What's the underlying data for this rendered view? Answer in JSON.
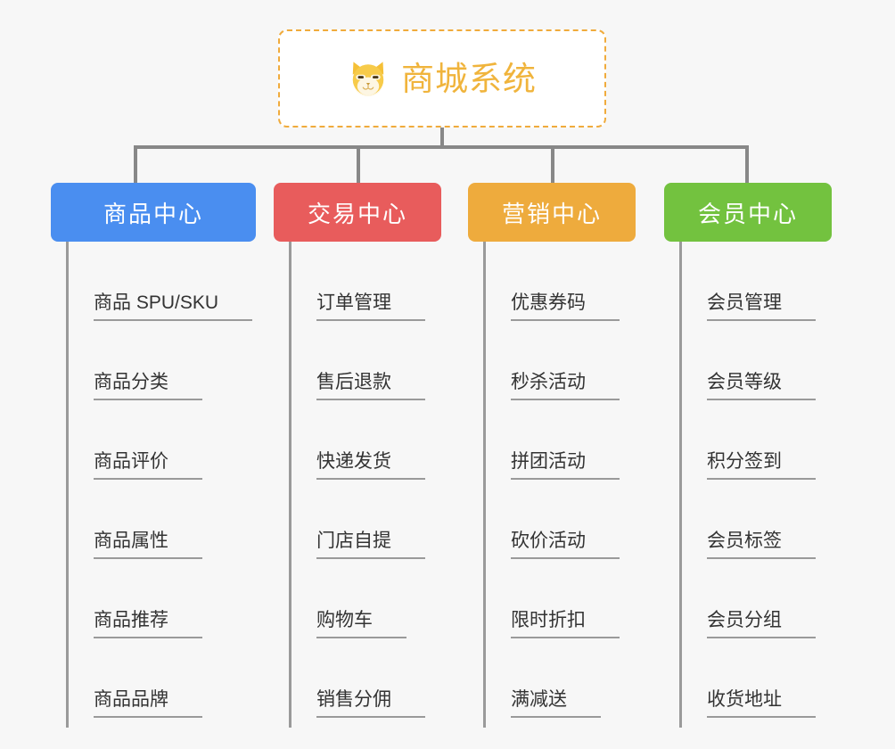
{
  "diagram": {
    "type": "mindmap",
    "title": "商城系统",
    "root": {
      "label": "商城系统",
      "icon": "shiba-dog-icon",
      "text_color": "#f0b43c",
      "border_color": "#f0ab3c",
      "background": "#ffffff"
    },
    "connector_color": "#888888",
    "canvas_background": "#f7f7f7",
    "branches": [
      {
        "label": "商品中心",
        "color": "#4a8ef0",
        "items": [
          "商品 SPU/SKU",
          "商品分类",
          "商品评价",
          "商品属性",
          "商品推荐",
          "商品品牌"
        ]
      },
      {
        "label": "交易中心",
        "color": "#e85c5c",
        "items": [
          "订单管理",
          "售后退款",
          "快递发货",
          "门店自提",
          "购物车",
          "销售分佣"
        ]
      },
      {
        "label": "营销中心",
        "color": "#eeab3d",
        "items": [
          "优惠券码",
          "秒杀活动",
          "拼团活动",
          "砍价活动",
          "限时折扣",
          "满减送"
        ]
      },
      {
        "label": "会员中心",
        "color": "#73c23f",
        "items": [
          "会员管理",
          "会员等级",
          "积分签到",
          "会员标签",
          "会员分组",
          "收货地址"
        ]
      }
    ]
  }
}
